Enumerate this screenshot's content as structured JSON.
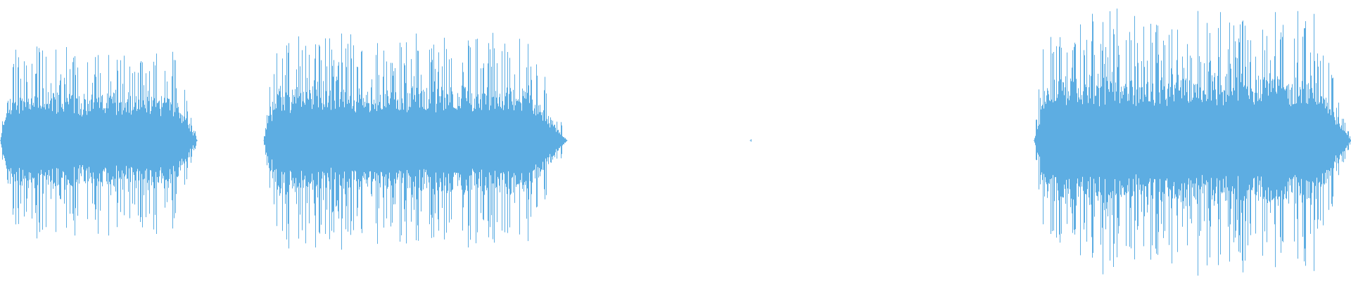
{
  "waveform": {
    "color": "#5dade2",
    "background": "#ffffff",
    "segments": [
      {
        "start": 0.0,
        "end": 0.146,
        "peak": 0.72
      },
      {
        "start": 0.195,
        "end": 0.42,
        "peak": 0.8
      },
      {
        "start": 0.555,
        "end": 0.556,
        "peak": 0.01
      },
      {
        "start": 0.765,
        "end": 1.0,
        "peak": 1.0
      }
    ]
  }
}
